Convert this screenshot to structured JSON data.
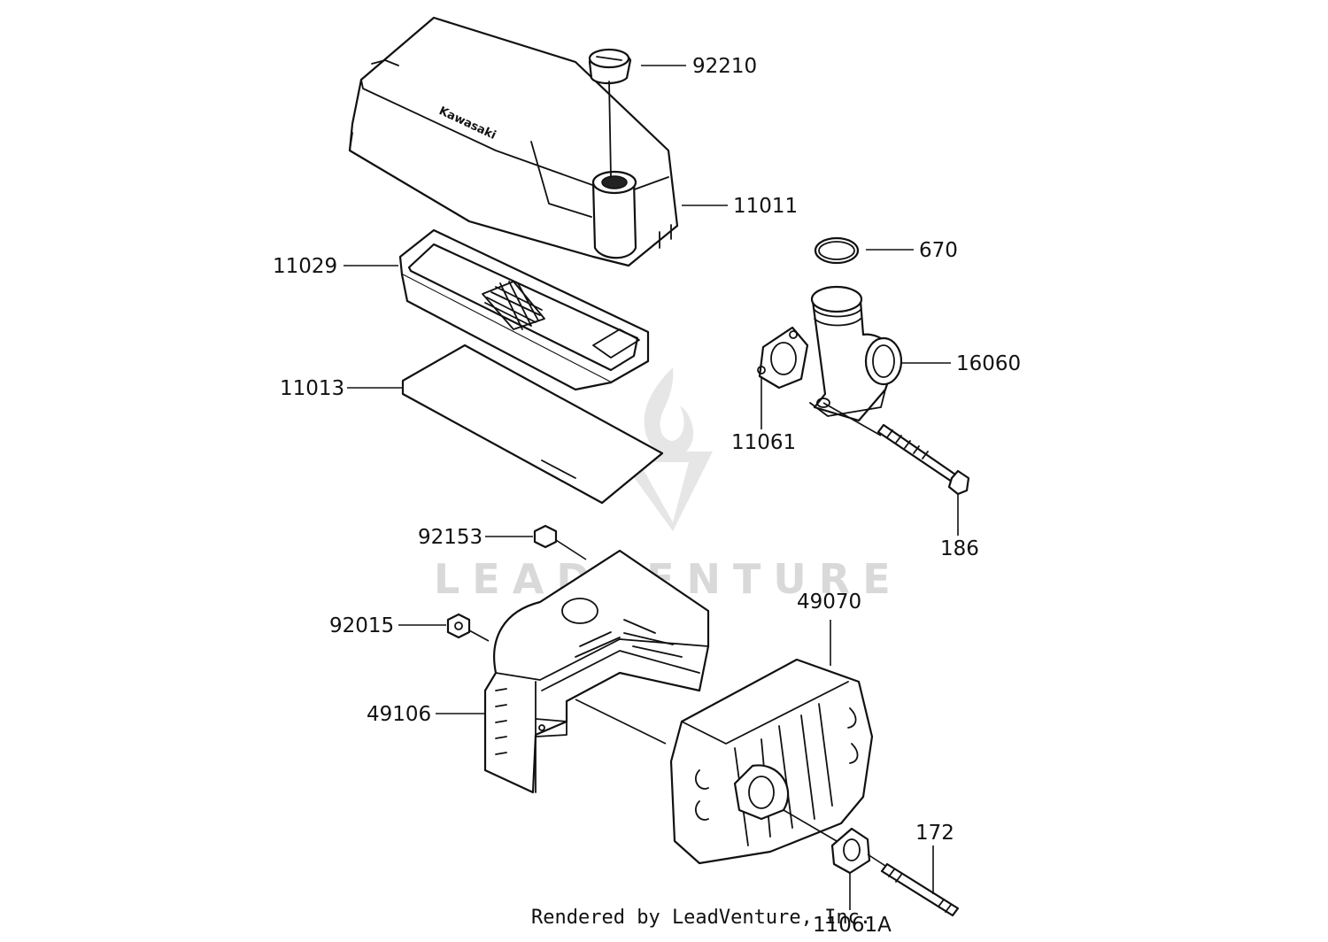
{
  "watermark": {
    "text": "LEADVENTURE",
    "color": "#d9d9d9"
  },
  "brand_mark": "Kawasaki",
  "footer": "Rendered by LeadVenture, Inc.",
  "callouts": [
    {
      "id": "92210",
      "label": "92210"
    },
    {
      "id": "11011",
      "label": "11011"
    },
    {
      "id": "670",
      "label": "670"
    },
    {
      "id": "11029",
      "label": "11029"
    },
    {
      "id": "16060",
      "label": "16060"
    },
    {
      "id": "11013",
      "label": "11013"
    },
    {
      "id": "11061",
      "label": "11061"
    },
    {
      "id": "186",
      "label": "186"
    },
    {
      "id": "92153",
      "label": "92153"
    },
    {
      "id": "49070",
      "label": "49070"
    },
    {
      "id": "92015",
      "label": "92015"
    },
    {
      "id": "49106",
      "label": "49106"
    },
    {
      "id": "172",
      "label": "172"
    },
    {
      "id": "11061A",
      "label": "11061A"
    }
  ]
}
